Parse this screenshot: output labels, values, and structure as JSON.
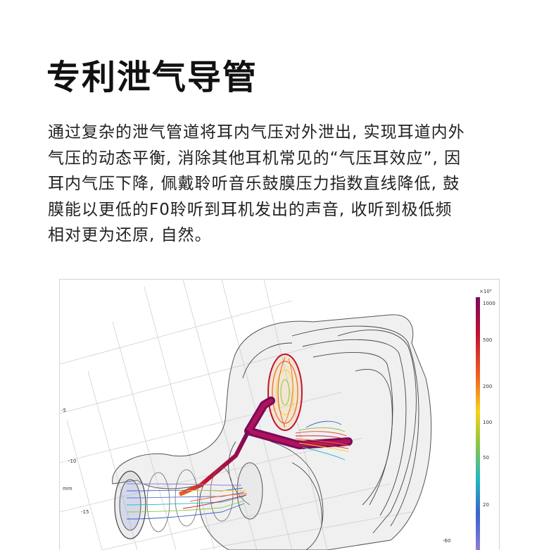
{
  "header": {
    "title": "专利泄气导管"
  },
  "description": {
    "lines": [
      "通过复杂的泄气管道将耳内气压对外泄出, 实现耳道内外",
      "气压的动态平衡, 消除其他耳机常见的“气压耳效应”, 因",
      "耳内气压下降, 佩戴聆听音乐鼓膜压力指数直线降低, 鼓",
      "膜能以更低的F0聆听到耳机发出的声音, 收听到极低频",
      "相对更为还原, 自然。"
    ]
  },
  "figure": {
    "axis_ticks": [
      "-5",
      "-10",
      "mm",
      "-15",
      "-60"
    ],
    "colorbar": {
      "exponent_label": "×10³",
      "ticks": [
        "1000",
        "500",
        "200",
        "100",
        "50",
        "20"
      ],
      "colors": [
        "#7a0a5e",
        "#c41230",
        "#f26522",
        "#f7d21a",
        "#8dc63f",
        "#1fb8c4",
        "#3a63c9",
        "#8a7fd6"
      ]
    }
  }
}
